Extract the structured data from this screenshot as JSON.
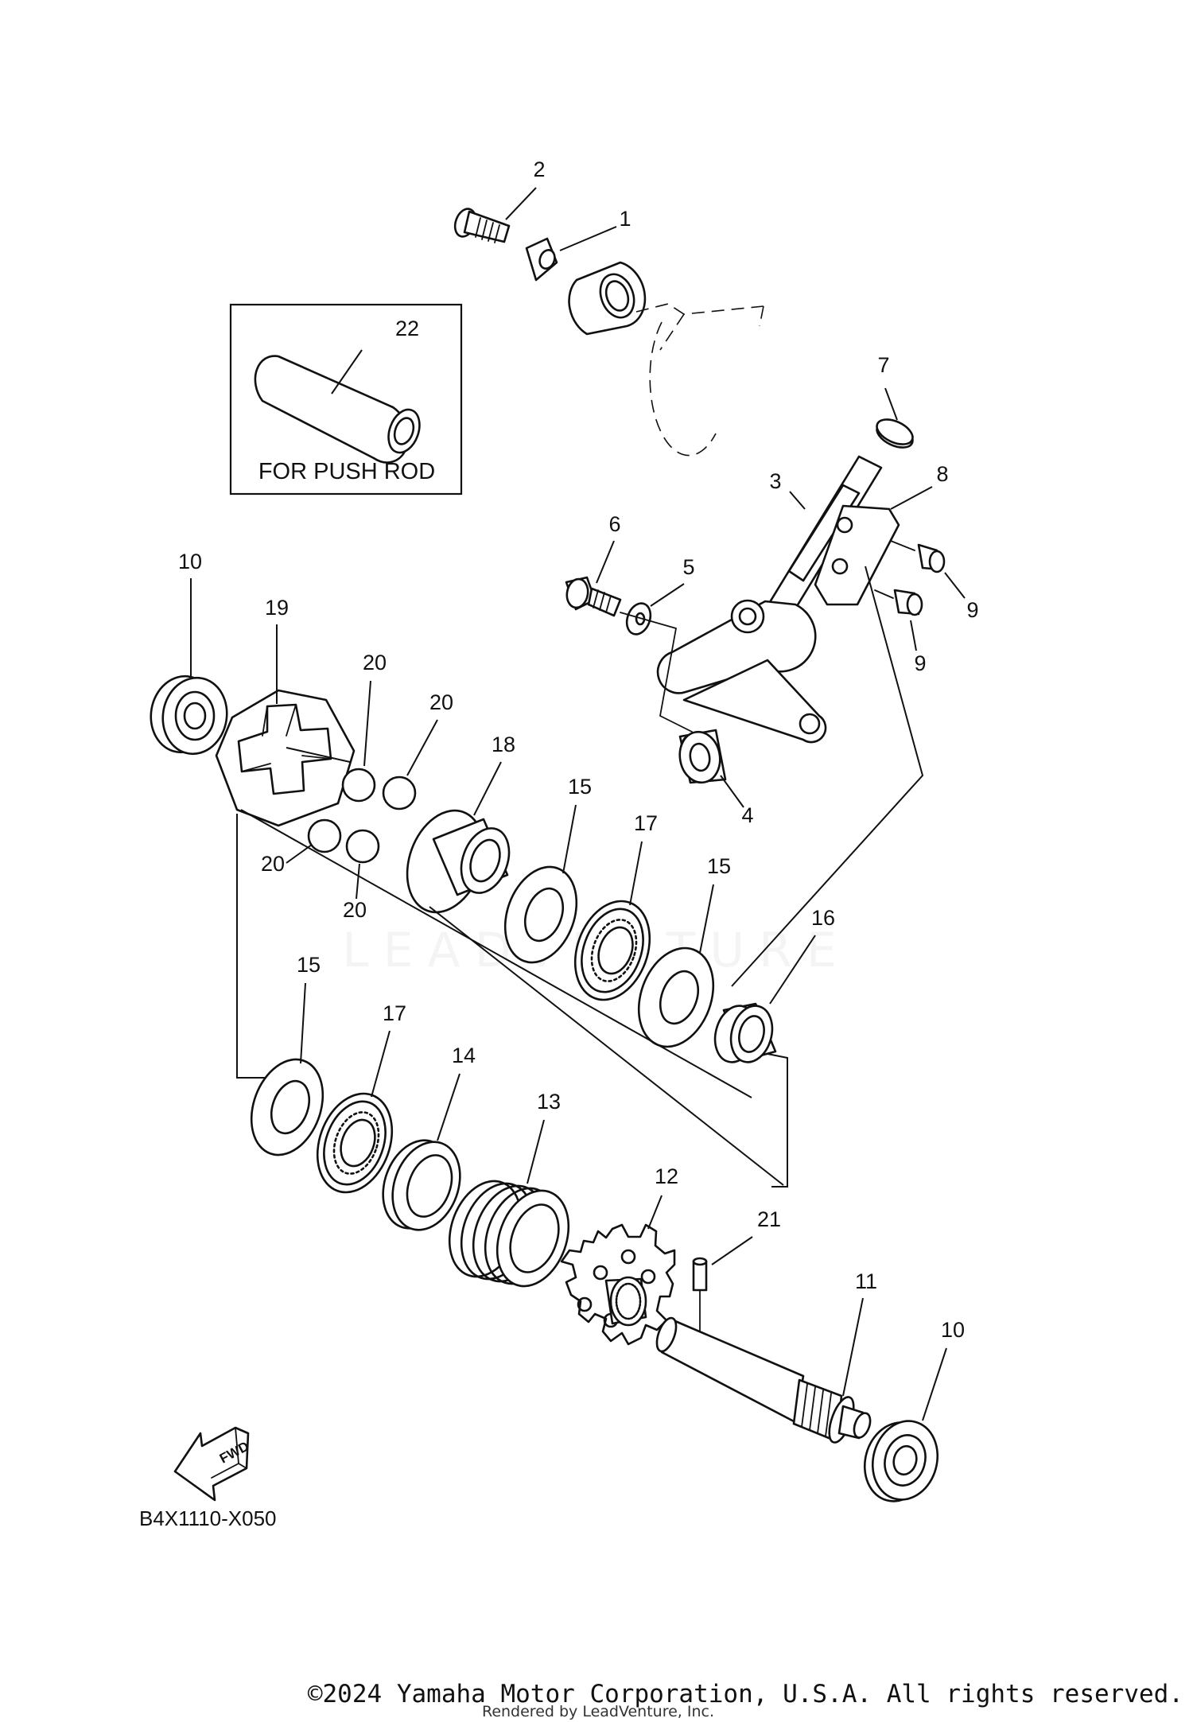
{
  "diagram": {
    "callouts": {
      "c1": "1",
      "c2": "2",
      "c3": "3",
      "c4": "4",
      "c5": "5",
      "c6": "6",
      "c7": "7",
      "c8": "8",
      "c9a": "9",
      "c9b": "9",
      "c10a": "10",
      "c10b": "10",
      "c11": "11",
      "c12": "12",
      "c13": "13",
      "c14": "14",
      "c15a": "15",
      "c15b": "15",
      "c15c": "15",
      "c16": "16",
      "c17a": "17",
      "c17b": "17",
      "c18": "18",
      "c19": "19",
      "c20a": "20",
      "c20b": "20",
      "c20c": "20",
      "c20d": "20",
      "c21": "21",
      "c22": "22"
    },
    "inset_label": "FOR PUSH ROD",
    "fwd_label": "FWD",
    "diagram_code": "B4X1110-X050",
    "watermark": "LEADVENTURE"
  },
  "footer": {
    "copyright": "©2024 Yamaha Motor Corporation, U.S.A. All rights reserved.",
    "rendered_by": "Rendered by LeadVenture, Inc."
  }
}
